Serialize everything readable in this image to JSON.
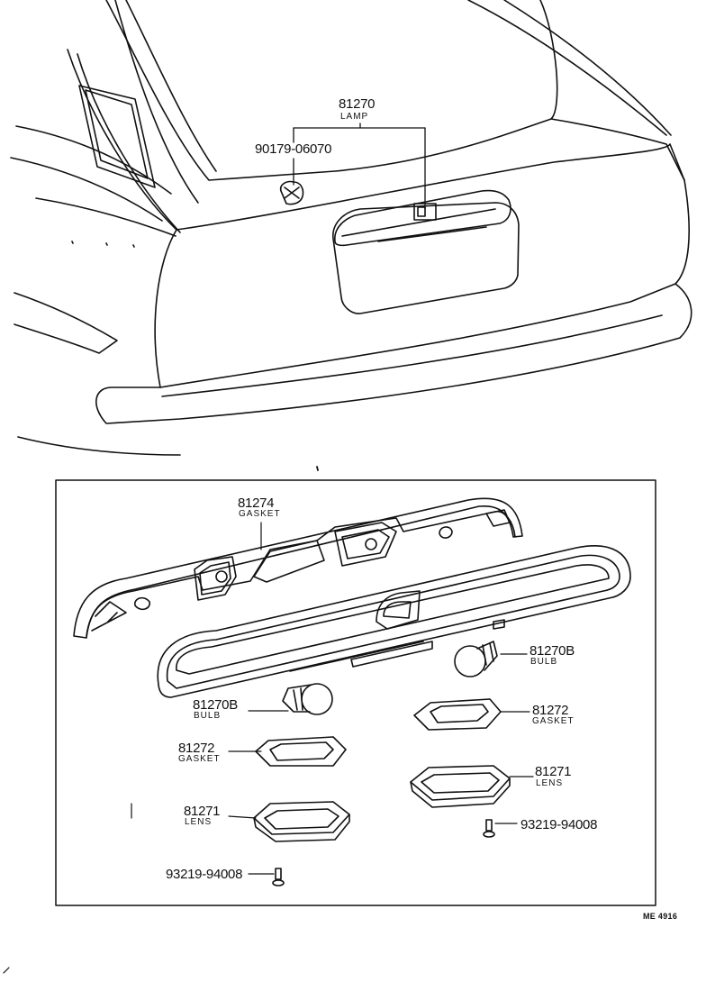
{
  "labels": {
    "lamp_no": "81270",
    "lamp_name": "LAMP",
    "clip_no": "90179-06070",
    "gasket_top_no": "81274",
    "gasket_top_name": "GASKET",
    "bulb_right_no": "81270B",
    "bulb_right_name": "BULB",
    "bulb_left_no": "81270B",
    "bulb_left_name": "BULB",
    "gasket_right_no": "81272",
    "gasket_right_name": "GASKET",
    "gasket_left_no": "81272",
    "gasket_left_name": "GASKET",
    "lens_right_no": "81271",
    "lens_right_name": "LENS",
    "lens_left_no": "81271",
    "lens_left_name": "LENS",
    "screw_right_no": "93219-94008",
    "screw_left_no": "93219-94008",
    "figure_code": "ME 4916"
  }
}
